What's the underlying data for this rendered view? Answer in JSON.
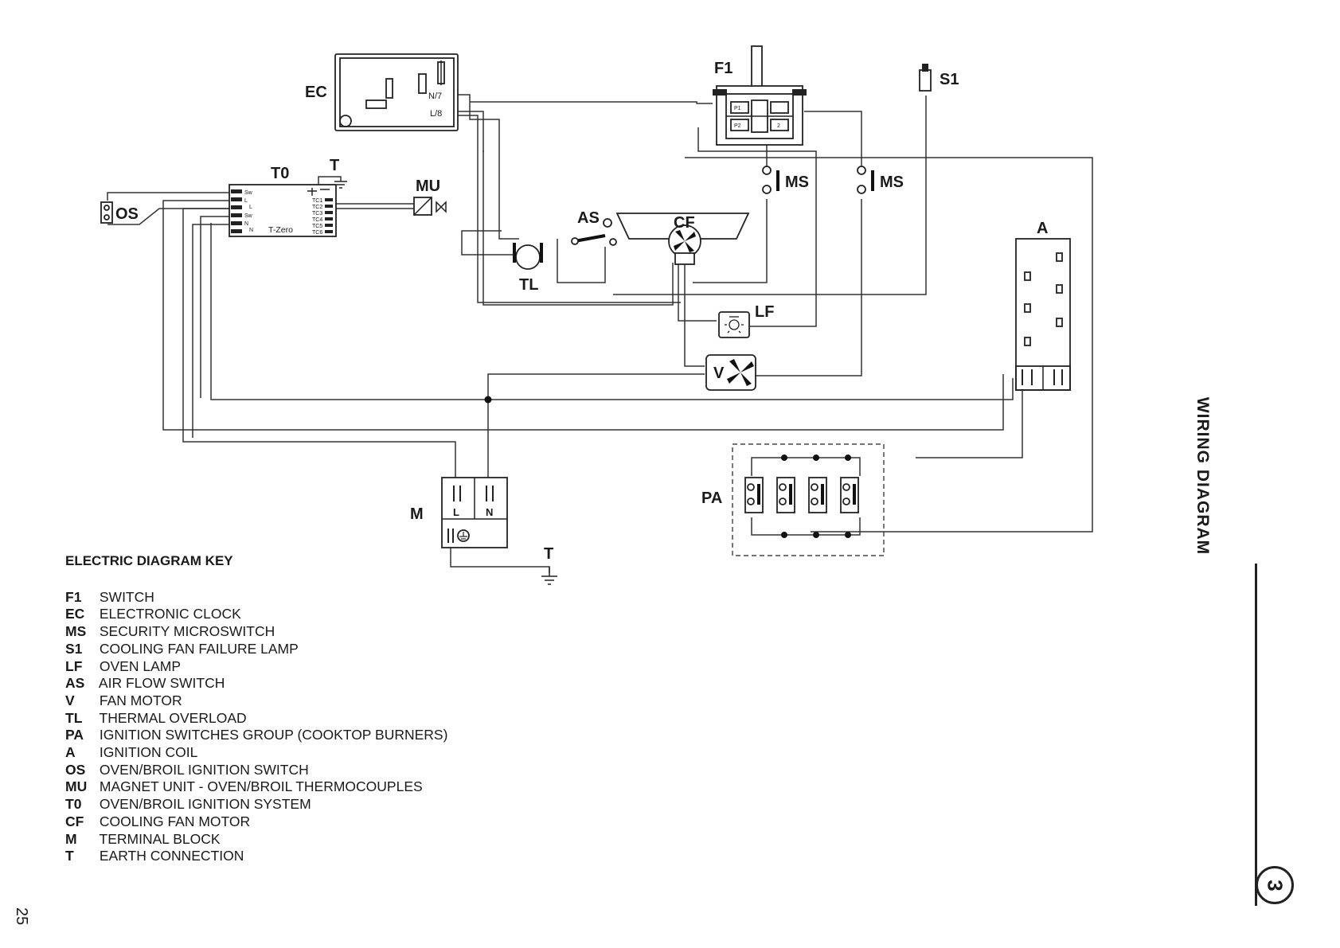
{
  "labels": {
    "ec": "EC",
    "t0": "T0",
    "t_top": "T",
    "mu": "MU",
    "os": "OS",
    "f1": "F1",
    "s1": "S1",
    "ms": "MS",
    "as": "AS",
    "cf": "CF",
    "tl": "TL",
    "lf": "LF",
    "v": "V",
    "a": "A",
    "pa": "PA",
    "m": "M",
    "t_bottom": "T",
    "m_l": "L",
    "m_n": "N"
  },
  "ec_terminals": {
    "n7": "N/7",
    "l8": "L/8"
  },
  "t0_module": {
    "name": "T-Zero",
    "left_pins": [
      "Sw",
      "L",
      "L",
      "Sw",
      "N",
      "N"
    ],
    "right_pins": [
      "TC1",
      "TC2",
      "TC3",
      "TC4",
      "TC5",
      "TC6"
    ]
  },
  "f1_markers": {
    "p1": "P1",
    "p2": "P2",
    "two": "2"
  },
  "key": {
    "title": "ELECTRIC DIAGRAM KEY",
    "items": [
      {
        "code": "F1",
        "desc": "SWITCH"
      },
      {
        "code": "EC",
        "desc": "ELECTRONIC CLOCK"
      },
      {
        "code": "MS",
        "desc": "SECURITY MICROSWITCH"
      },
      {
        "code": "S1",
        "desc": "COOLING FAN FAILURE LAMP"
      },
      {
        "code": "LF",
        "desc": "OVEN LAMP"
      },
      {
        "code": "AS",
        "desc": "AIR FLOW SWITCH"
      },
      {
        "code": "V",
        "desc": "FAN MOTOR"
      },
      {
        "code": "TL",
        "desc": "THERMAL OVERLOAD"
      },
      {
        "code": "PA",
        "desc": "IGNITION SWITCHES GROUP (COOKTOP BURNERS)"
      },
      {
        "code": "A",
        "desc": "IGNITION COIL"
      },
      {
        "code": "OS",
        "desc": "OVEN/BROIL IGNITION SWITCH"
      },
      {
        "code": "MU",
        "desc": "MAGNET UNIT - OVEN/BROIL THERMOCOUPLES"
      },
      {
        "code": "T0",
        "desc": "OVEN/BROIL IGNITION SYSTEM"
      },
      {
        "code": "CF",
        "desc": "COOLING FAN MOTOR"
      },
      {
        "code": "M",
        "desc": "TERMINAL BLOCK"
      },
      {
        "code": "T",
        "desc": "EARTH CONNECTION"
      }
    ]
  },
  "side_title": "WIRING DIAGRAM",
  "chapter_number": "3",
  "page_number": "25"
}
